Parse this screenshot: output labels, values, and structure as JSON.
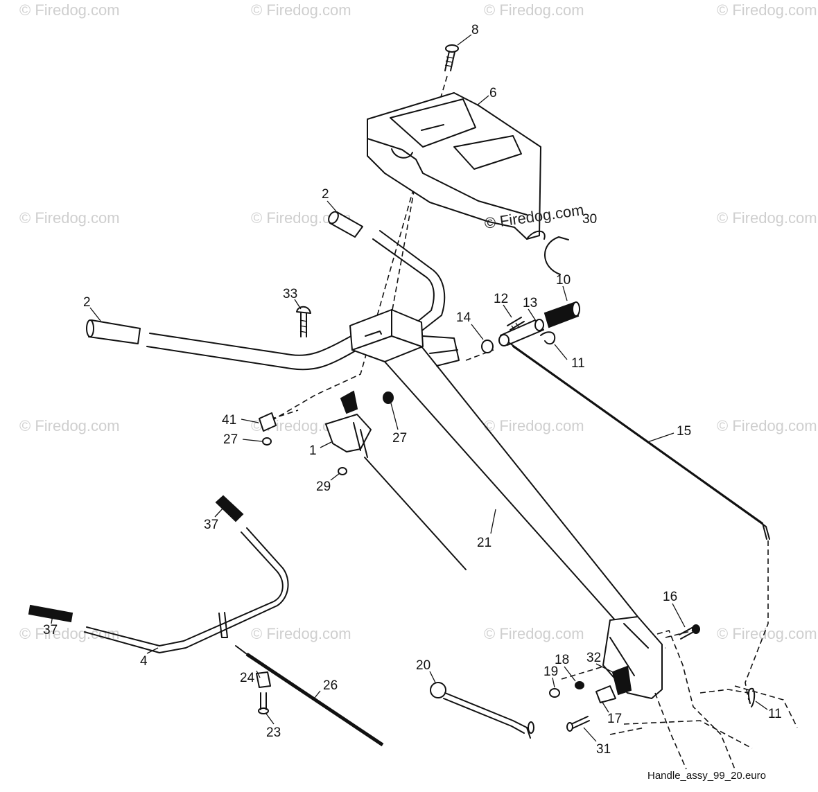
{
  "watermark_text": "© Firedog.com",
  "brand_text": "© Firedog.com",
  "filename": "Handle_assy_99_20.euro",
  "callouts": {
    "c8": "8",
    "c6": "6",
    "c2a": "2",
    "c30": "30",
    "c2b": "2",
    "c33": "33",
    "c12": "12",
    "c13": "13",
    "c10": "10",
    "c14": "14",
    "c11a": "11",
    "c41": "41",
    "c27a": "27",
    "c1": "1",
    "c27b": "27",
    "c29": "29",
    "c15": "15",
    "c37a": "37",
    "c21": "21",
    "c37b": "37",
    "c4": "4",
    "c16": "16",
    "c20": "20",
    "c19": "19",
    "c18": "18",
    "c32": "32",
    "c26": "26",
    "c24": "24",
    "c23": "23",
    "c17": "17",
    "c11b": "11",
    "c31": "31"
  }
}
